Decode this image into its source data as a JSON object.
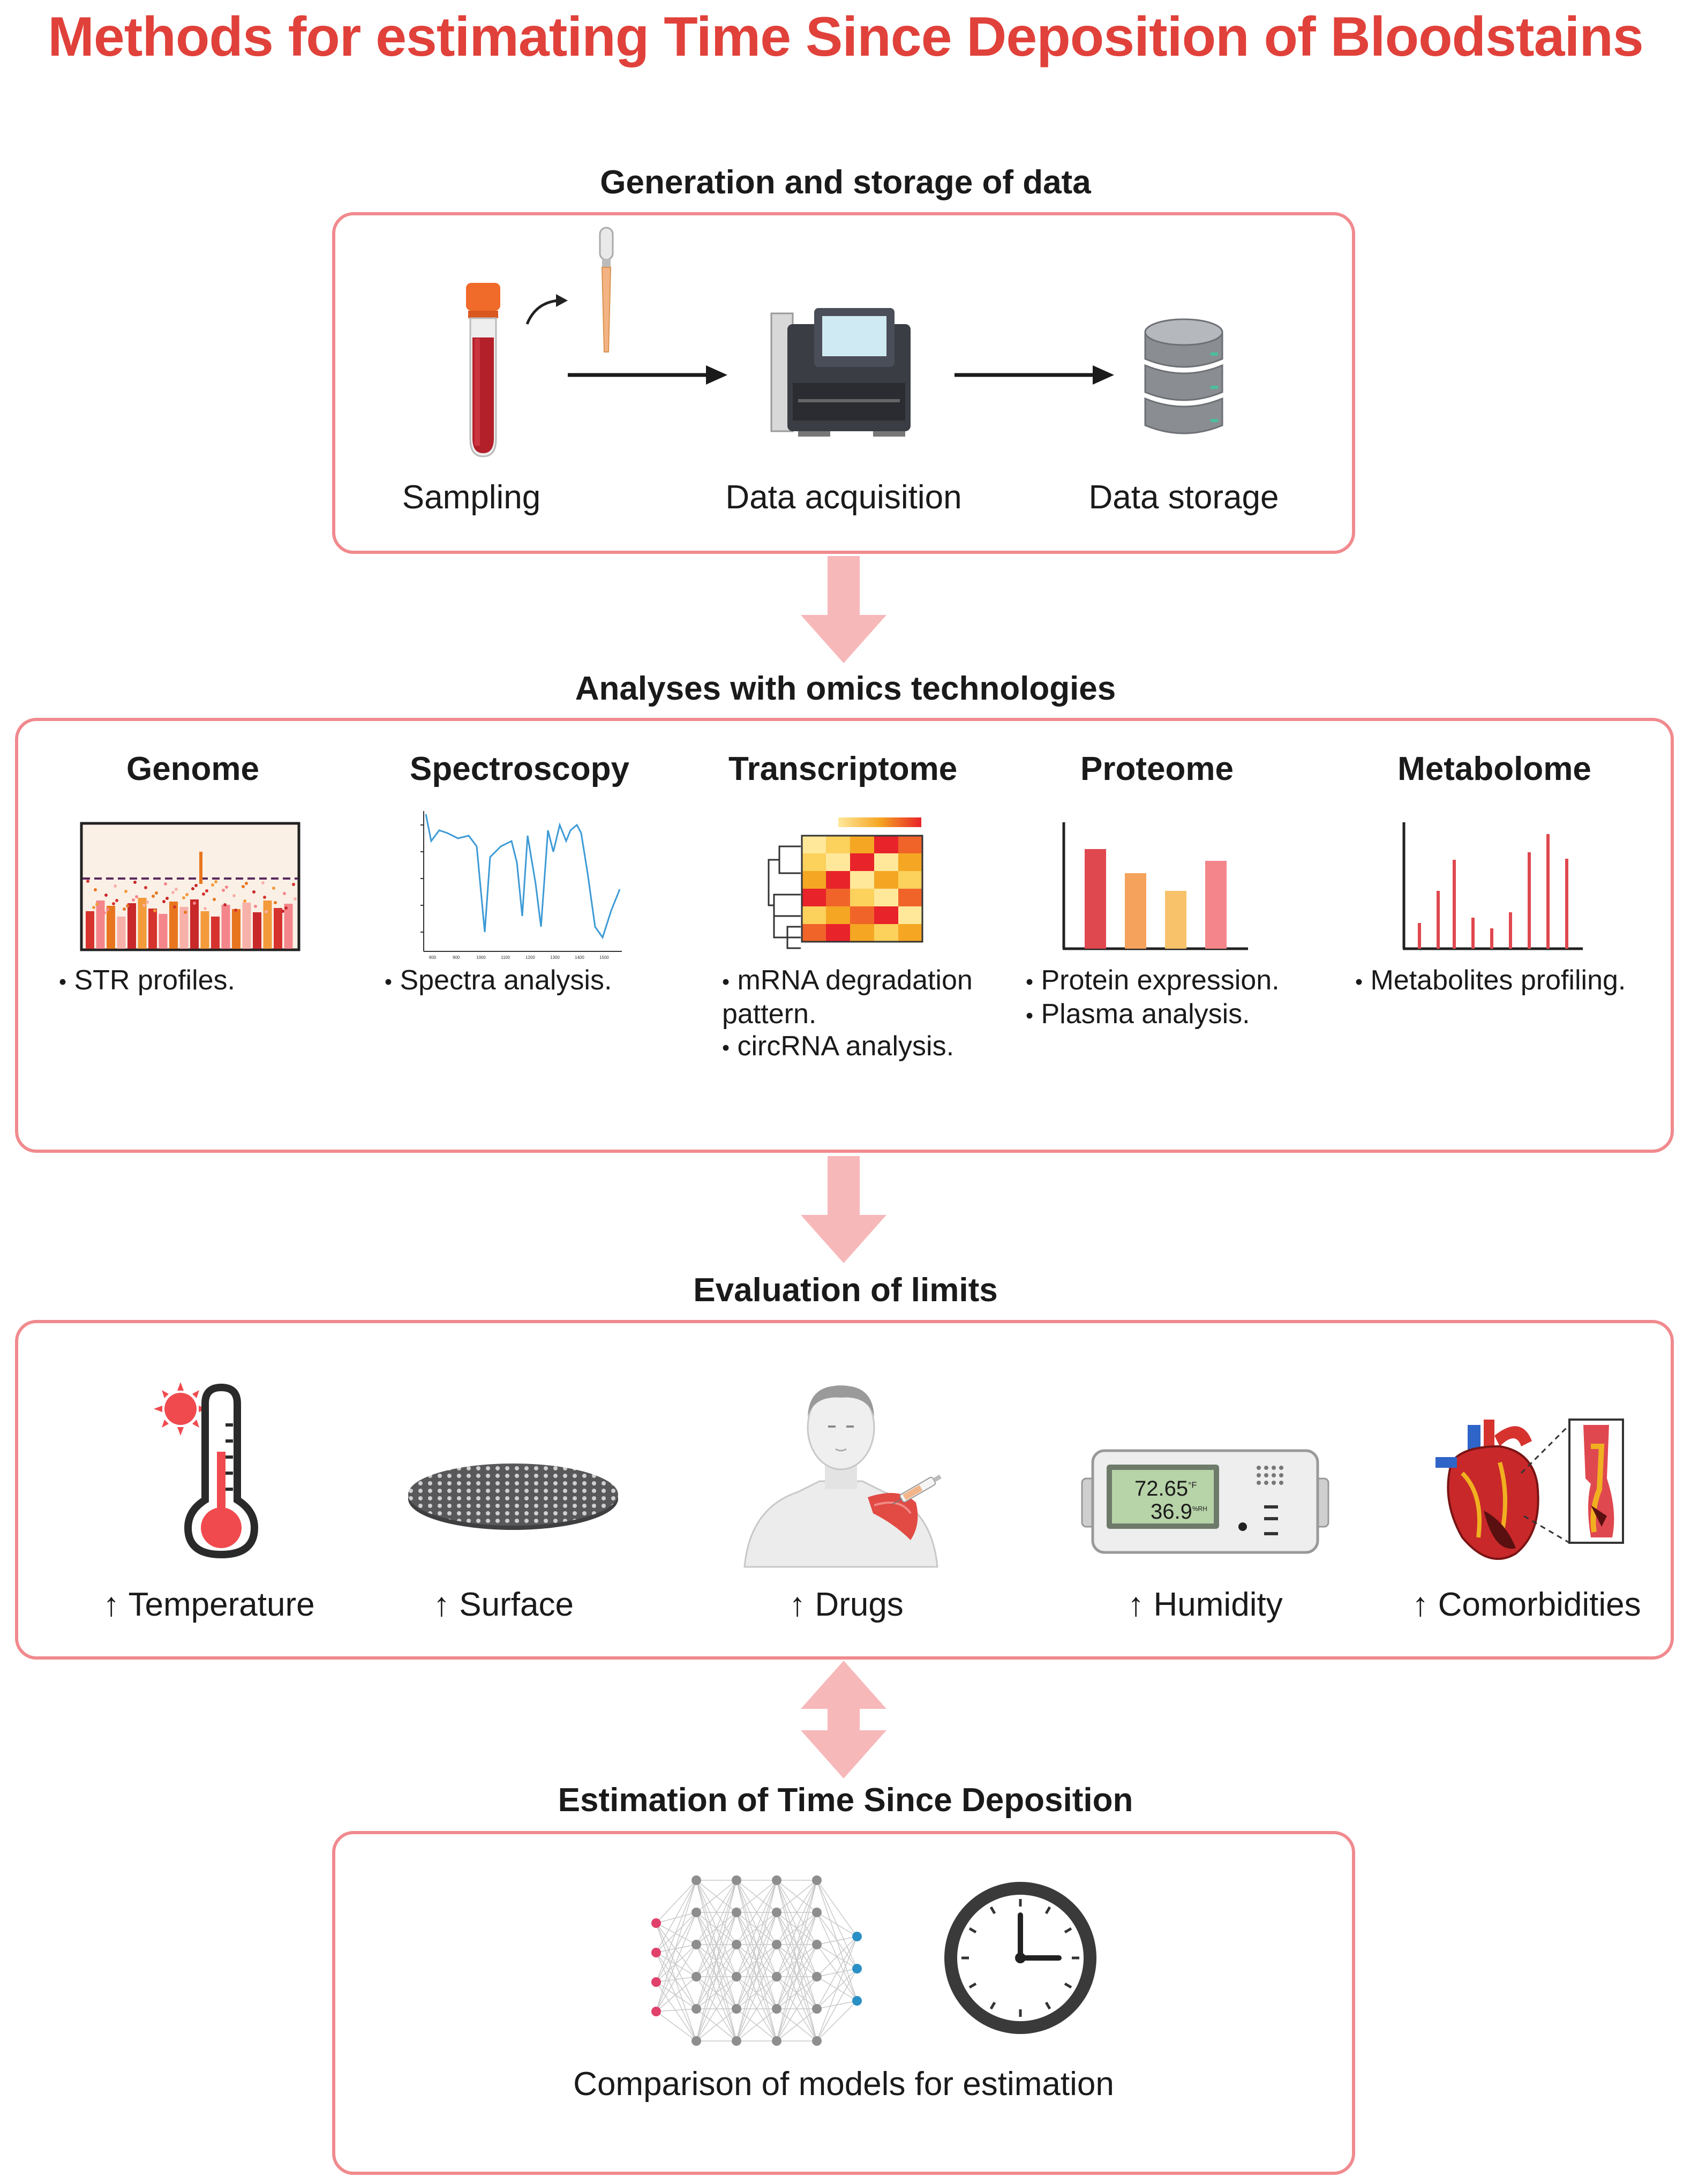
{
  "title": "Methods for estimating Time Since Deposition of Bloodstains",
  "sections": {
    "generation": {
      "title": "Generation and storage of  data",
      "steps": [
        "Sampling",
        "Data acquisition",
        "Data storage"
      ]
    },
    "omics": {
      "title": "Analyses with omics technologies",
      "columns": [
        {
          "name": "Genome",
          "bullets": [
            "STR profiles."
          ]
        },
        {
          "name": "Spectroscopy",
          "bullets": [
            "Spectra analysis."
          ]
        },
        {
          "name": "Transcriptome",
          "bullets": [
            "mRNA degradation",
            "pattern.",
            "circRNA analysis."
          ]
        },
        {
          "name": "Proteome",
          "bullets": [
            "Protein expression.",
            "Plasma analysis."
          ]
        },
        {
          "name": "Metabolome",
          "bullets": [
            "Metabolites profiling."
          ]
        }
      ]
    },
    "limits": {
      "title": "Evaluation of limits",
      "arrow_symbol": "↑",
      "items": [
        "Temperature",
        "Surface",
        "Drugs",
        "Humidity",
        "Comorbidities"
      ],
      "hygrometer": {
        "temp": "72.65",
        "temp_unit": "°F",
        "humidity": "36.9",
        "humidity_unit": "%RH"
      }
    },
    "estimation": {
      "title": "Estimation of Time Since Deposition",
      "caption": "Comparison of models for estimation"
    }
  },
  "colors": {
    "accent_red": "#e0413a",
    "panel_border": "#f08a8e",
    "flow_arrow": "#f7b8ba"
  }
}
